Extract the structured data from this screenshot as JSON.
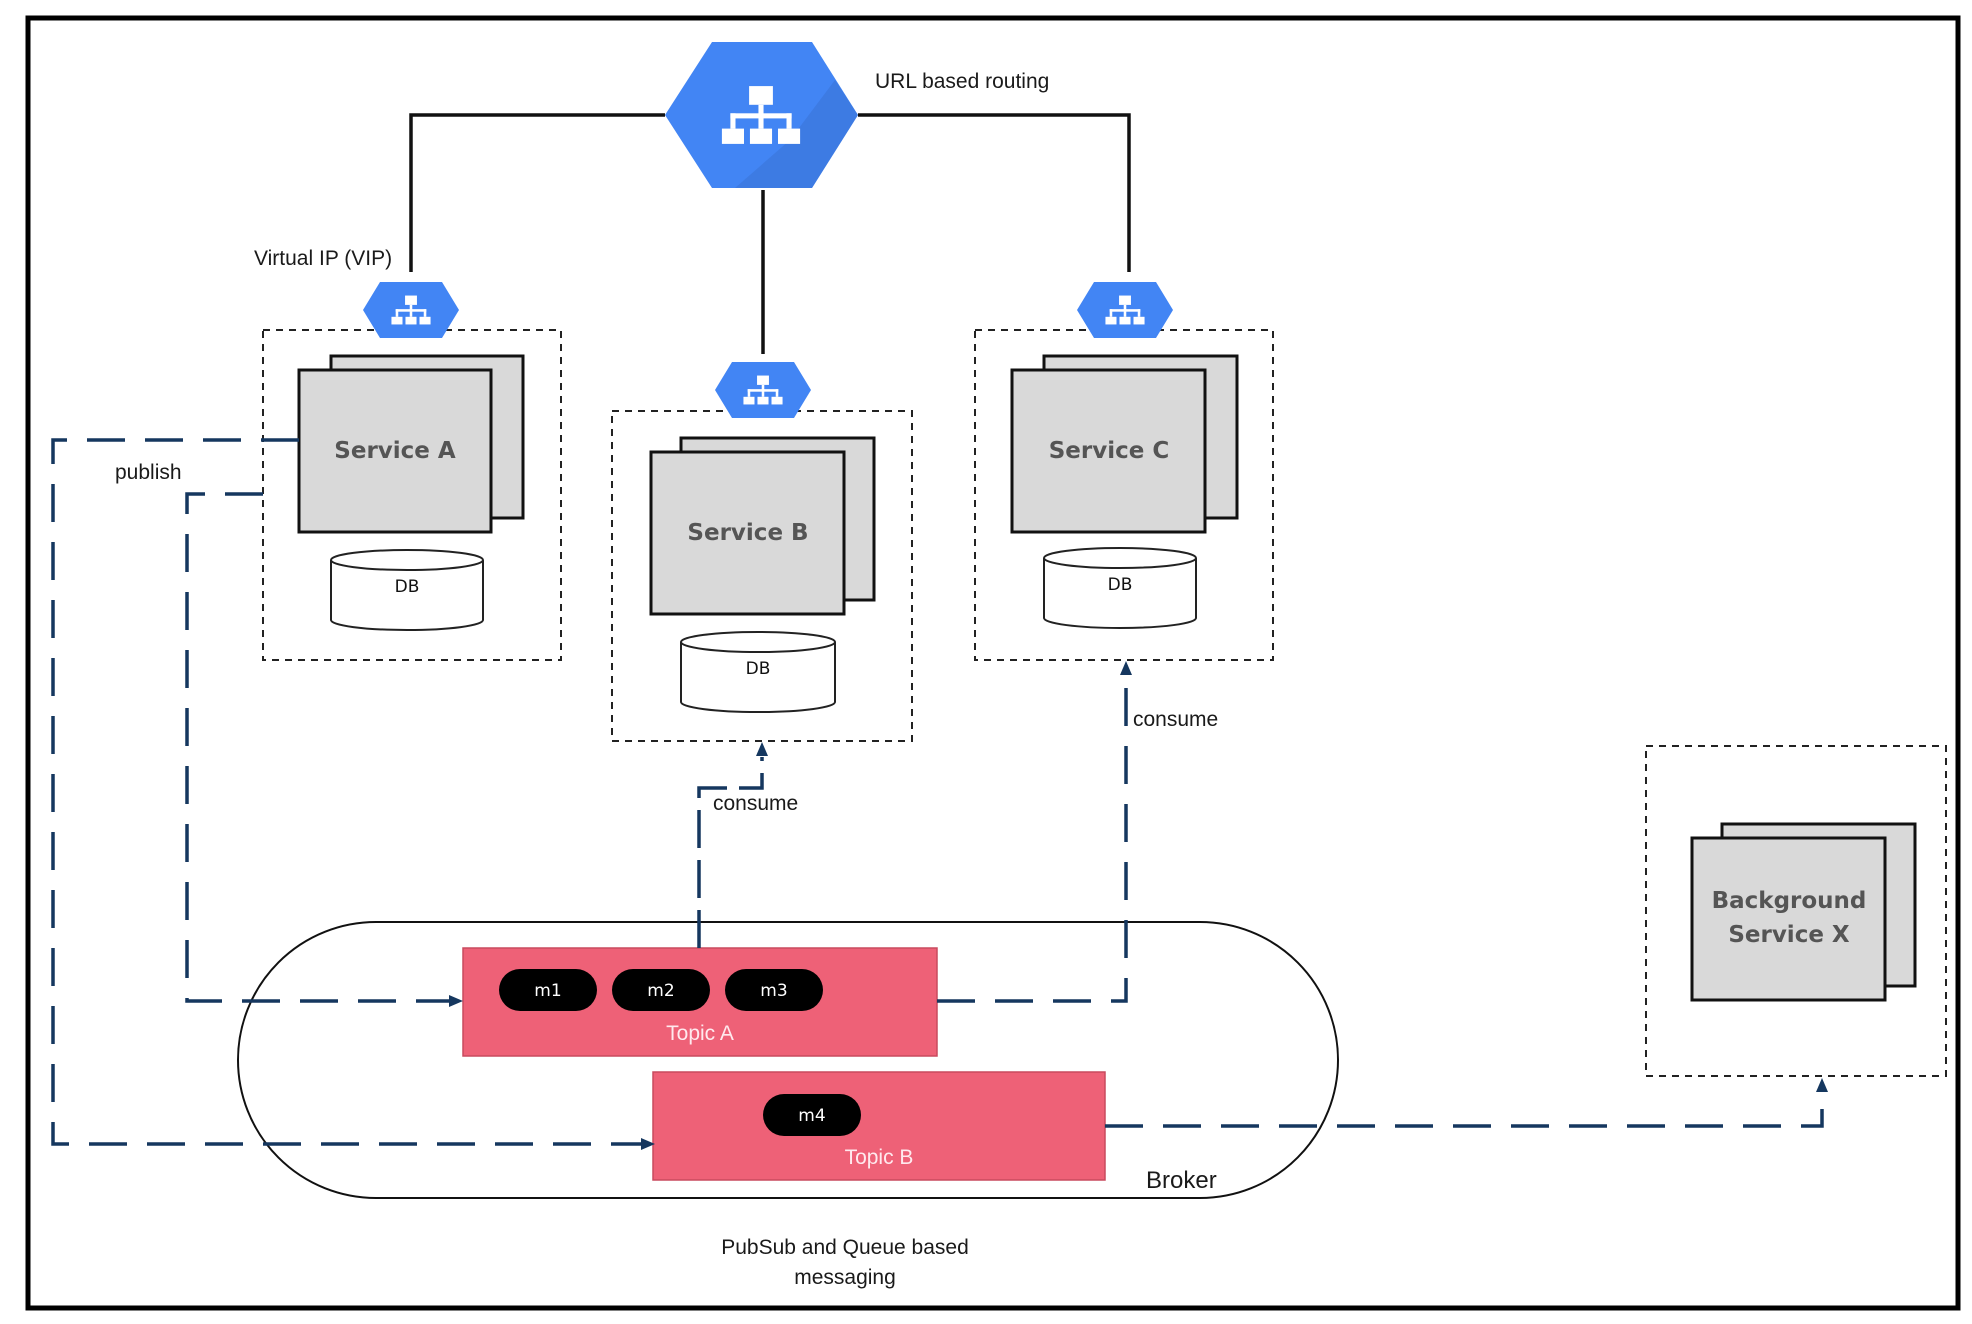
{
  "diagram": {
    "routing_label": "URL based routing",
    "vip_label": "Virtual IP (VIP)",
    "services": {
      "a": {
        "name": "Service A",
        "db": "DB"
      },
      "b": {
        "name": "Service B",
        "db": "DB"
      },
      "c": {
        "name": "Service C",
        "db": "DB"
      },
      "x": {
        "name_line1": "Background",
        "name_line2": "Service X"
      }
    },
    "edges": {
      "publish": "publish",
      "consume_b": "consume",
      "consume_c": "consume"
    },
    "broker": {
      "label": "Broker",
      "topic_a": {
        "name": "Topic A",
        "messages": [
          "m1",
          "m2",
          "m3"
        ]
      },
      "topic_b": {
        "name": "Topic B",
        "messages": [
          "m4"
        ]
      }
    },
    "caption_line1": "PubSub and Queue based",
    "caption_line2": "messaging"
  },
  "colors": {
    "lb_blue": "#4285f4",
    "topic_pink": "#ee6177",
    "flow_navy": "#15375f",
    "card_gray": "#d9d9d9"
  },
  "icons": {
    "load_balancer": "load-balancer-icon"
  }
}
